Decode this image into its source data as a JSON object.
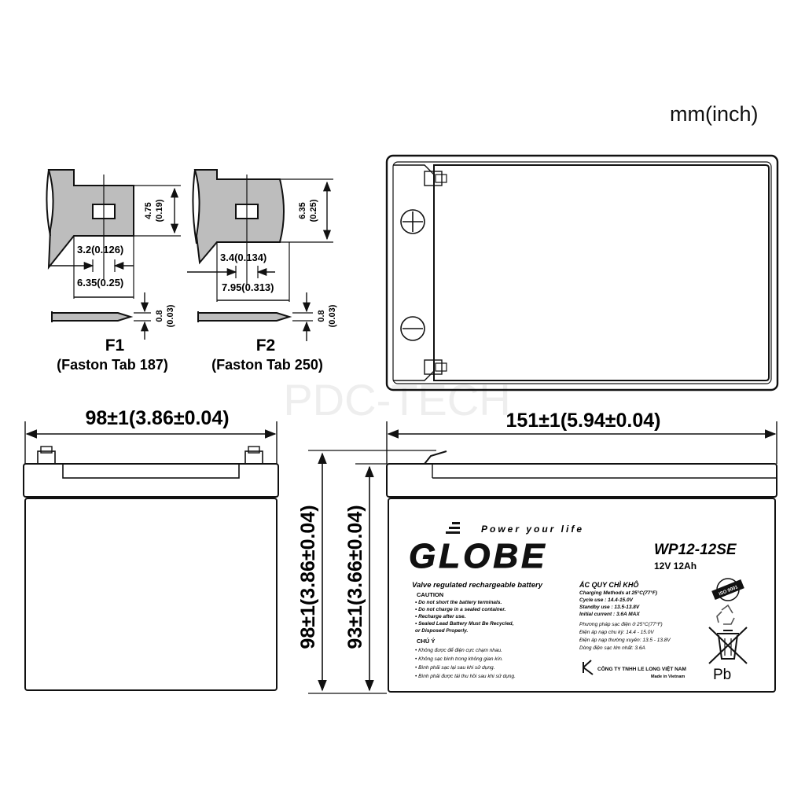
{
  "unit_label": "mm(inch)",
  "watermark": "PDC-TECH",
  "terminal_f1": {
    "name": "F1",
    "caption": "(Faston Tab 187)",
    "height_dim": "4.75",
    "height_dim_inch": "(0.19)",
    "hole_dim": "3.2(0.126)",
    "width_dim": "6.35(0.25)",
    "thickness_dim": "0.8",
    "thickness_dim_inch": "(0.03)"
  },
  "terminal_f2": {
    "name": "F2",
    "caption": "(Faston Tab 250)",
    "height_dim": "6.35",
    "height_dim_inch": "(0.25)",
    "hole_dim": "3.4(0.134)",
    "width_dim": "7.95(0.313)",
    "thickness_dim": "0.8",
    "thickness_dim_inch": "(0.03)"
  },
  "dimensions": {
    "width": "98±1(3.86±0.04)",
    "length": "151±1(5.94±0.04)",
    "total_height": "98±1(3.86±0.04)",
    "container_height": "93±1(3.66±0.04)"
  },
  "top_view": {
    "positive_symbol": "⊕",
    "negative_symbol": "⊖"
  },
  "label": {
    "brand": "GLOBE",
    "slogan": "Power your life",
    "model": "WP12-12SE",
    "rating": "12V 12Ah",
    "type": "Valve regulated rechargeable battery",
    "caution_title": "CAUTION",
    "caution_items": [
      "• Do not short the battery terminals.",
      "• Do not charge in a sealed container.",
      "• Recharge after use.",
      "• Sealed Lead Battery Must Be Recycled,",
      "  or Disposed Properly."
    ],
    "chu_y_title": "CHÚ Ý",
    "chu_y_items": [
      "• Không được để điện cực chạm nhau.",
      "• Không sạc bình trong không gian kín.",
      "• Bình phải sạc lại sau khi sử dụng.",
      "• Bình phải được tái thu hồi sau khi sử dụng."
    ],
    "vn_title": "ẮC QUY CHÌ KHÔ",
    "charging_lines": [
      "Charging Methods at 25°C(77°F)",
      "Cycle  use  : 14.4-15.0V",
      "Standby use : 13.5-13.8V",
      "Initial current : 3.6A MAX"
    ],
    "vn_charging_lines": [
      "Phương pháp sạc điện ở 25°C(77°F)",
      "Điện áp nạp chu kỳ: 14.4 - 15.0V",
      "Điện áp nạp thường xuyên: 13.5 - 13.8V",
      "Dòng điện sạc lớn nhất: 3.6A"
    ],
    "company": "CÔNG TY TNHH LE LONG VIỆT NAM",
    "made_in": "Made in Vietnam",
    "iso_badge": "ISO 9001",
    "pb": "Pb"
  }
}
